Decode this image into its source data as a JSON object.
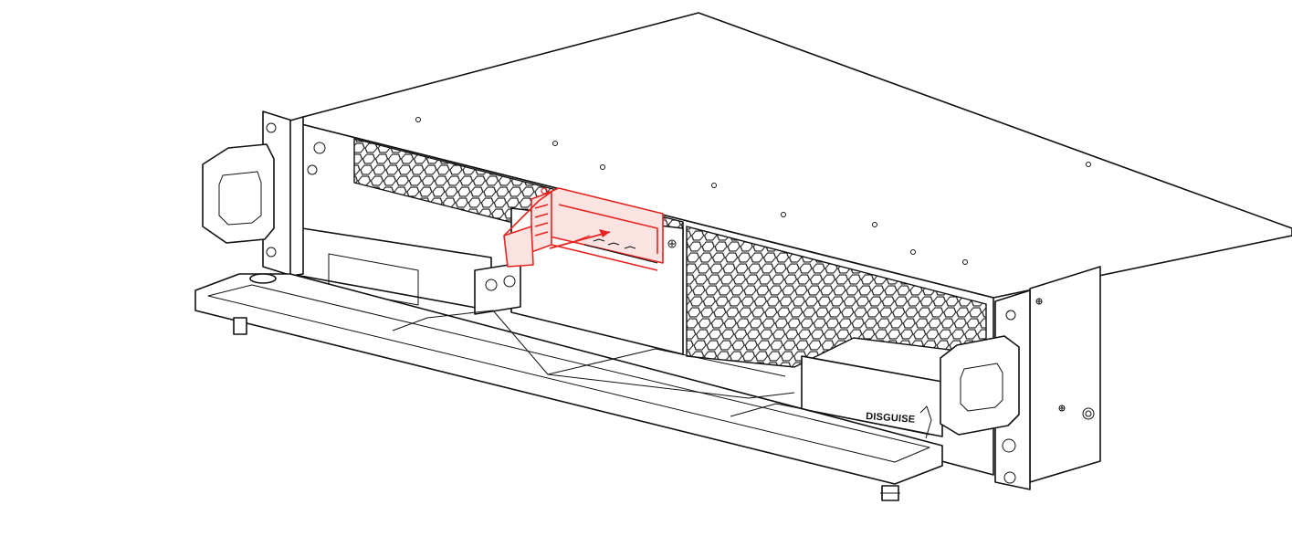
{
  "diagram": {
    "front_label": "DISGUISE"
  },
  "colors": {
    "line": "#111111",
    "highlight": "#e8231f",
    "background": "#ffffff"
  },
  "icons": [
    "handle-left",
    "handle-right",
    "honeycomb-vent",
    "highlighted-module",
    "insertion-arrow"
  ]
}
